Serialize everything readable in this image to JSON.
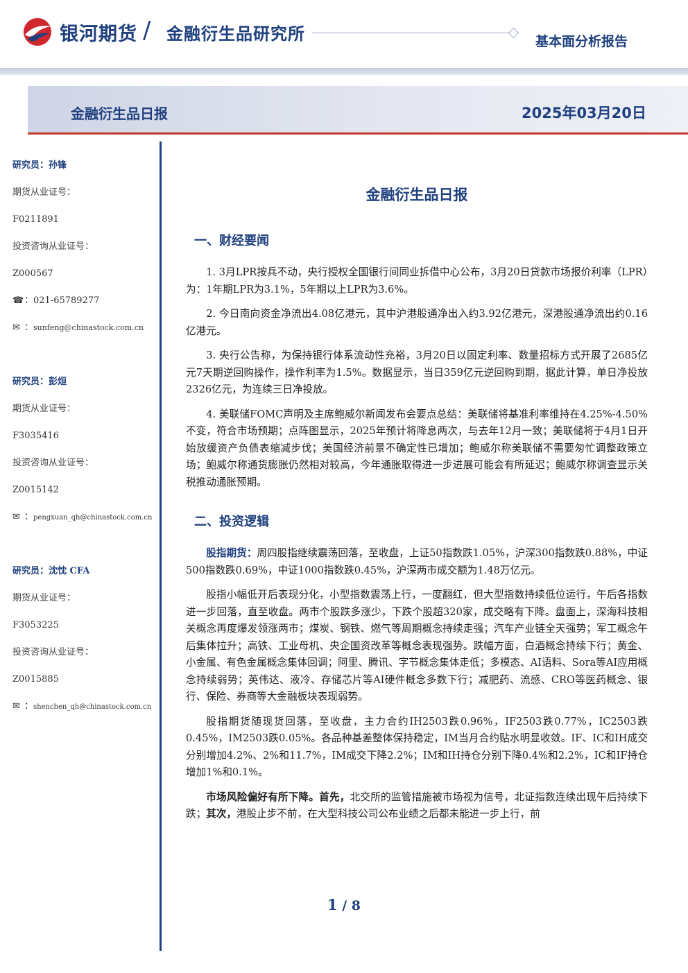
{
  "header": {
    "brand": "银河期货",
    "slash": "/",
    "institute": "金融衍生品研究所",
    "report_type": "基本面分析报告"
  },
  "title_bar": {
    "left": "金融衍生品日报",
    "date": "2025年03月20日"
  },
  "sidebar": {
    "researchers": [
      {
        "name": "研究员：孙锋",
        "futures_label": "期货从业证号：",
        "futures_no": "F0211891",
        "consult_label": "投资咨询从业证号：",
        "consult_no": "Z000567",
        "phone": "021-65789277",
        "email": "sunfeng@chinastock.com.cn"
      },
      {
        "name": "研究员：彭烜",
        "futures_label": "期货从业证号：",
        "futures_no": "F3035416",
        "consult_label": "投资咨询从业证号：",
        "consult_no": "Z0015142",
        "email": "pengxuan_qh@chinastock.com.cn"
      },
      {
        "name": "研究员：沈忱  CFA",
        "futures_label": "期货从业证号：",
        "futures_no": "F3053225",
        "consult_label": "投资咨询从业证号：",
        "consult_no": "Z0015885",
        "email": "shenchen_qh@chinastock.com.cn"
      }
    ]
  },
  "main": {
    "title": "金融衍生品日报",
    "section1": "一、财经要闻",
    "news": [
      "1. 3月LPR按兵不动，央行授权全国银行间同业拆借中心公布，3月20日贷款市场报价利率（LPR）为：1年期LPR为3.1%，5年期以上LPR为3.6%。",
      "2. 今日南向资金净流出4.08亿港元，其中沪港股通净出入约3.92亿港元，深港股通净流出约0.16亿港元。",
      "3. 央行公告称，为保持银行体系流动性充裕，3月20日以固定利率、数量招标方式开展了2685亿元7天期逆回购操作，操作利率为1.5%。数据显示，当日359亿元逆回购到期，据此计算，单日净投放2326亿元，为连续三日净投放。",
      "4. 美联储FOMC声明及主席鲍威尔新闻发布会要点总结：美联储将基准利率维持在4.25%-4.50%不变，符合市场预期；点阵图显示，2025年预计将降息两次，与去年12月一致；美联储将于4月1日开始放缓资产负债表缩减步伐；美国经济前景不确定性已增加；鲍威尔称美联储不需要匆忙调整政策立场；鲍威尔称通货膨胀仍然相对较高，今年通胀取得进一步进展可能会有所延迟；鲍威尔称调查显示关税推动通胀预期。"
    ],
    "section2": "二、投资逻辑",
    "logic1_label": "股指期货：",
    "logic1_text": "周四股指继续震荡回落，至收盘，上证50指数跌1.05%，沪深300指数跌0.88%，中证500指数跌0.69%，中证1000指数跌0.45%，沪深两市成交额为1.48万亿元。",
    "logic2": "股指小幅低开后表现分化，小型指数震荡上行，一度翻红，但大型指数持续低位运行，午后各指数进一步回落，直至收盘。两市个股跌多涨少，下跌个股超320家，成交略有下降。盘面上，深海科技相关概念再度爆发领涨两市；煤炭、钢铁、燃气等周期概念持续走强；汽车产业链全天强势；军工概念午后集体拉升；高铁、工业母机、央企国资改革等概念表现强势。跌幅方面，白酒概念持续下行；黄金、小金属、有色金属概念集体回调；阿里、腾讯、字节概念集体走低；多模态、AI语料、Sora等AI应用概念持续弱势；英伟达、液冷、存储芯片等AI硬件概念多数下行；减肥药、流感、CRO等医药概念、银行、保险、券商等大金融板块表现弱势。",
    "logic3": "股指期货随现货回落，至收盘，主力合约IH2503跌0.96%，IF2503跌0.77%，IC2503跌0.45%，IM2503跌0.05%。各品种基差整体保持稳定，IM当月合约贴水明显收敛。IF、IC和IH成交分别增加4.2%、2%和11.7%，IM成交下降2.2%；IM和IH持仓分别下降0.4%和2.2%，IC和IF持仓增加1%和0.1%。",
    "logic4_lead": "市场风险偏好有所下降。",
    "logic4_first": "首先，",
    "logic4_text1": "北交所的监管措施被市场视为信号，北证指数连续出现午后持续下跌；",
    "logic4_second": "其次，",
    "logic4_text2": "港股止步不前，在大型科技公司公布业绩之后都未能进一步上行，前"
  },
  "footer": {
    "page": "1",
    "sep": "/",
    "total": "8"
  },
  "colors": {
    "brand_blue": "#20407f",
    "logo_red": "#d0262d",
    "rule_red": "#c0392b"
  },
  "icons": [
    "galaxy-logo-icon",
    "phone-icon",
    "email-icon"
  ]
}
